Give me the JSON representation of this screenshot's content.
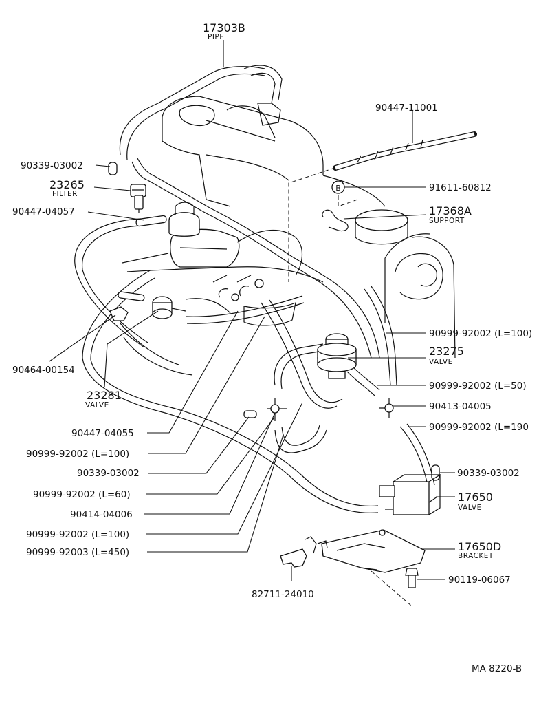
{
  "diagram_code": "MA 8220-B",
  "callouts": [
    {
      "id": "c17303b",
      "number": "17303B",
      "name": "PIPE"
    },
    {
      "id": "c90447_11001",
      "number": "90447-11001"
    },
    {
      "id": "c90339_03002a",
      "number": "90339-03002"
    },
    {
      "id": "c23265",
      "number": "23265",
      "name": "FILTER"
    },
    {
      "id": "c91611",
      "number": "91611-60812",
      "marker": "B"
    },
    {
      "id": "c90447_04057",
      "number": "90447-04057"
    },
    {
      "id": "c17368a",
      "number": "17368A",
      "name": "SUPPORT"
    },
    {
      "id": "c90999_100a",
      "number": "90999-92002 (L=100)"
    },
    {
      "id": "c23275",
      "number": "23275",
      "name": "VALVE"
    },
    {
      "id": "c90464",
      "number": "90464-00154"
    },
    {
      "id": "c90999_50",
      "number": "90999-92002 (L=50)"
    },
    {
      "id": "c23281",
      "number": "23281",
      "name": "VALVE"
    },
    {
      "id": "c90413",
      "number": "90413-04005"
    },
    {
      "id": "c90999_190",
      "number": "90999-92002 (L=190"
    },
    {
      "id": "c90447_04055",
      "number": "90447-04055"
    },
    {
      "id": "c90999_100b",
      "number": "90999-92002 (L=100)"
    },
    {
      "id": "c90339_03002b",
      "number": "90339-03002"
    },
    {
      "id": "c90339_03002c",
      "number": "90339-03002"
    },
    {
      "id": "c90999_60",
      "number": "90999-92002 (L=60)"
    },
    {
      "id": "c17650",
      "number": "17650",
      "name": "VALVE"
    },
    {
      "id": "c90414",
      "number": "90414-04006"
    },
    {
      "id": "c90999_100c",
      "number": "90999-92002 (L=100)"
    },
    {
      "id": "c17650d",
      "number": "17650D",
      "name": "BRACKET"
    },
    {
      "id": "c90999_92003",
      "number": "90999-92003 (L=450)"
    },
    {
      "id": "c90119",
      "number": "90119-06067"
    },
    {
      "id": "c82711",
      "number": "82711-24010"
    }
  ]
}
